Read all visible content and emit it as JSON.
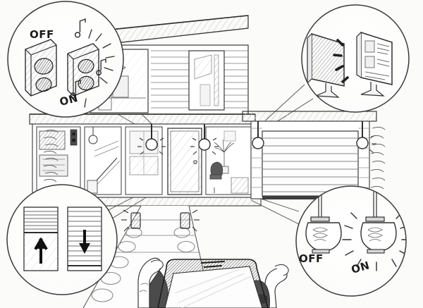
{
  "illustration": {
    "title": "Smart Home Control Sketch",
    "medium": "pencil-sketch",
    "background_color": "#fbfbf9",
    "ink_color": "#3a3a3a",
    "dark_fill": "#3d3d3d"
  },
  "scene": {
    "house": {
      "name": "two-story modern house",
      "floors": [
        "upper floor",
        "ground floor"
      ],
      "features": [
        "sloped roof",
        "horizontal siding",
        "large glass windows",
        "glass entry door",
        "attached garage",
        "garden path with stepping stones",
        "shrubs"
      ]
    },
    "device": {
      "name": "tablet",
      "held_by": "two hands",
      "screen_state": "blank reflective"
    },
    "path_lights": {
      "count": 2,
      "state": "on"
    },
    "indoor_pendant_lights": {
      "count": 2,
      "state": "on"
    },
    "garage_lights": {
      "count": 2,
      "state": "on"
    }
  },
  "callouts": [
    {
      "id": "speakers",
      "position": "top-left",
      "subject": "audio speakers",
      "off_label": "OFF",
      "on_label": "ON",
      "effects": [
        "music notes",
        "sound rays"
      ]
    },
    {
      "id": "screens",
      "position": "top-right",
      "subject": "television screens",
      "off_label": "",
      "on_label": "",
      "effects": [
        "glow dashes"
      ]
    },
    {
      "id": "blinds",
      "position": "bottom-left",
      "subject": "window blinds",
      "up_arrow_label": "↑",
      "down_arrow_label": "↓",
      "states": [
        "raised",
        "lowered"
      ]
    },
    {
      "id": "lamps",
      "position": "bottom-right",
      "subject": "pendant lamps",
      "off_label": "OFF",
      "on_label": "ON",
      "effects": [
        "light rays"
      ]
    }
  ]
}
